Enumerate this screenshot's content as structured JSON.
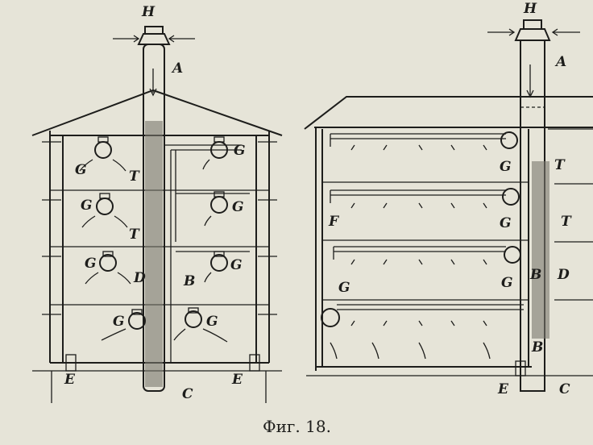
{
  "figure": {
    "caption": "Фиг. 18.",
    "labels": {
      "H": "H",
      "A": "A",
      "G": "G",
      "T": "T",
      "D": "D",
      "B": "B",
      "E": "E",
      "C": "C",
      "F": "F"
    }
  }
}
